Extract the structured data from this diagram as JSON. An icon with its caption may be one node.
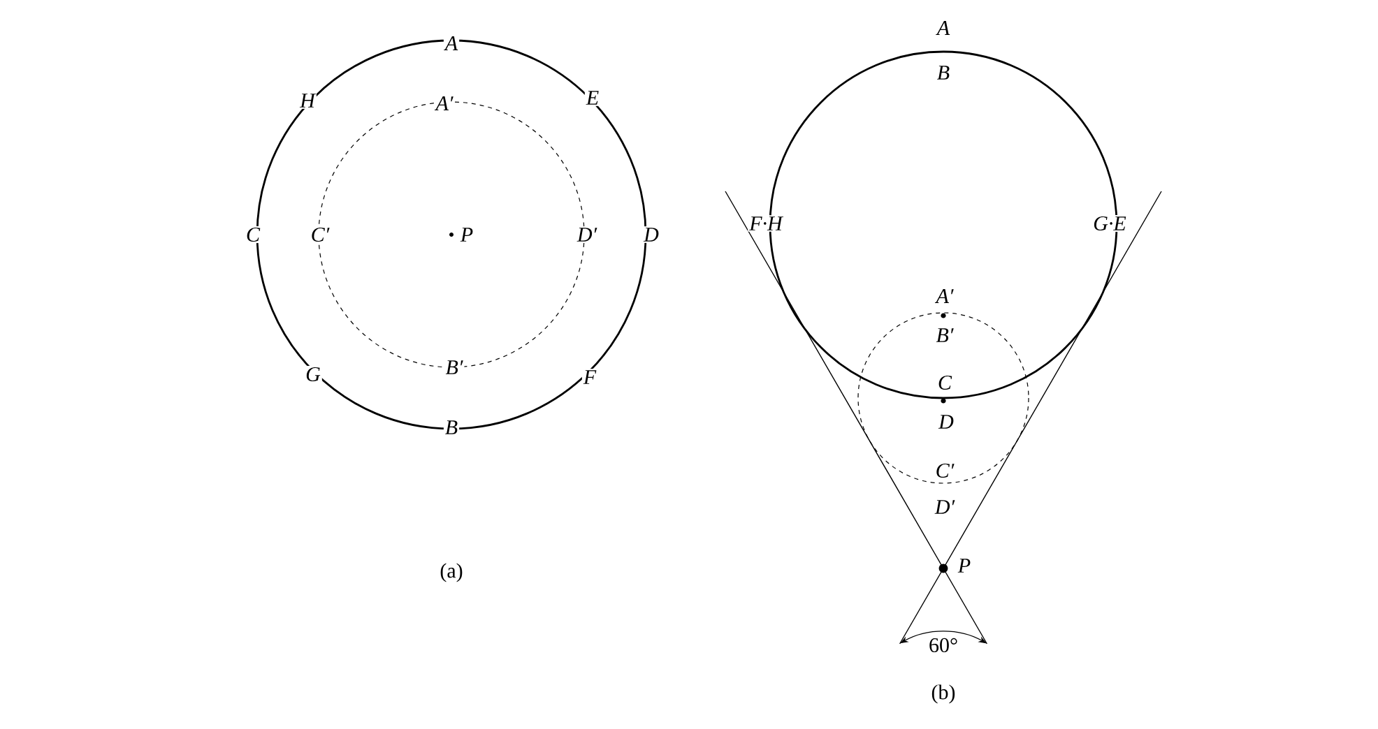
{
  "diagram": {
    "labels": [
      "A",
      "H",
      "A′",
      "E",
      "C",
      "C′",
      "P",
      "D′",
      "D",
      "G",
      "B′",
      "F",
      "B",
      "(a)",
      "A",
      "B",
      "F·H",
      "G·E",
      "A′",
      "B′",
      "C",
      "D",
      "C′",
      "D′",
      "P",
      "60°",
      "(b)"
    ]
  }
}
